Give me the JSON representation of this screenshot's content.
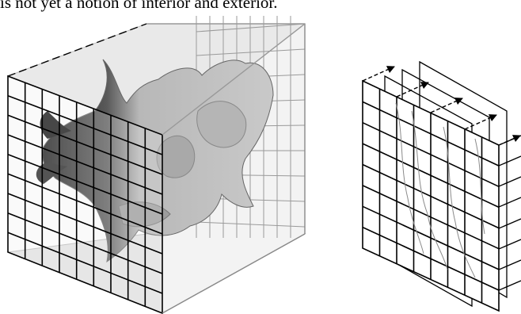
{
  "caption_line": "is not yet a notion of interior and exterior.",
  "figure": {
    "left_panel": "voxel grid cube with scanned dragon model",
    "right_panel": "stacked grid slices with sweep direction arrows",
    "colors": {
      "line": "#000000",
      "face_fill": "#eeeeee",
      "dragon_light": "#c8c8c8",
      "dragon_dark": "#222222"
    }
  }
}
